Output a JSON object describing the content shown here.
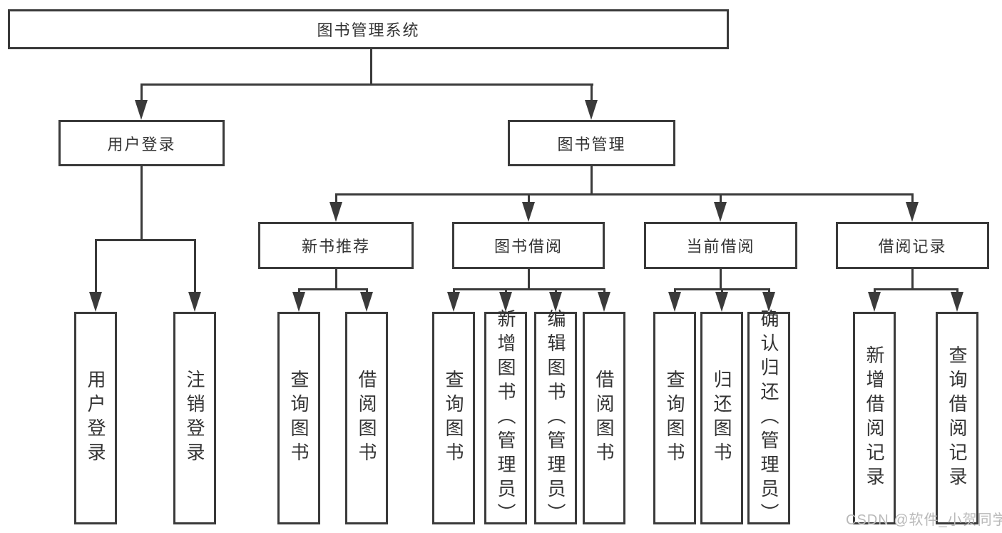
{
  "diagram_title": "图书管理系统",
  "colors": {
    "line": "#3a3a3a",
    "text": "#333333",
    "watermark": "#b9b9b9",
    "background": "#ffffff"
  },
  "root": {
    "label": "图书管理系统"
  },
  "branches": [
    {
      "label": "用户登录"
    },
    {
      "label": "图书管理"
    }
  ],
  "modules": [
    {
      "label": "新书推荐",
      "parent": "图书管理"
    },
    {
      "label": "图书借阅",
      "parent": "图书管理"
    },
    {
      "label": "当前借阅",
      "parent": "图书管理"
    },
    {
      "label": "借阅记录",
      "parent": "图书管理"
    }
  ],
  "functions": [
    {
      "label": "用户登录",
      "parent": "用户登录"
    },
    {
      "label": "注销登录",
      "parent": "用户登录"
    },
    {
      "label": "查询图书",
      "parent": "新书推荐"
    },
    {
      "label": "借阅图书",
      "parent": "新书推荐"
    },
    {
      "label": "查询图书",
      "parent": "图书借阅"
    },
    {
      "label": "新增图书（管理员）",
      "parent": "图书借阅"
    },
    {
      "label": "编辑图书（管理员）",
      "parent": "图书借阅"
    },
    {
      "label": "借阅图书",
      "parent": "图书借阅"
    },
    {
      "label": "查询图书",
      "parent": "当前借阅"
    },
    {
      "label": "归还图书",
      "parent": "当前借阅"
    },
    {
      "label": "确认归还（管理员）",
      "parent": "当前借阅"
    },
    {
      "label": "新增借阅记录",
      "parent": "借阅记录"
    },
    {
      "label": "查询借阅记录",
      "parent": "借阅记录"
    }
  ],
  "watermark": {
    "text": "CSDN @软件_小贺同学"
  }
}
